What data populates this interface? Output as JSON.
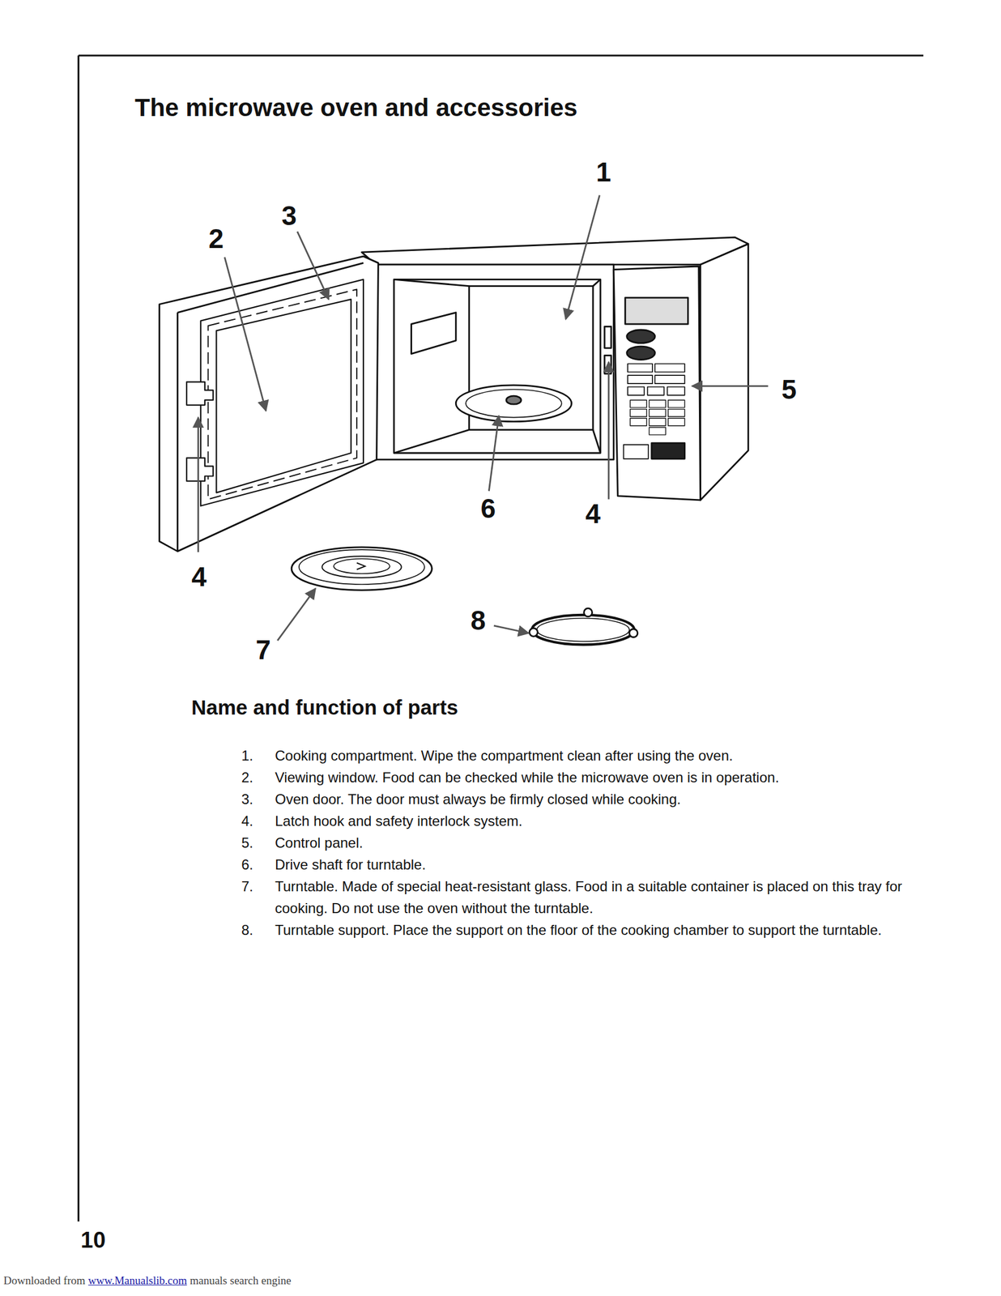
{
  "diagram": {
    "title": "The microwave oven and accessories",
    "labels": [
      "1",
      "3",
      "2",
      "5",
      "6",
      "4",
      "4",
      "8",
      "7",
      "Name and function of parts",
      "1.",
      "Cooking compartment. Wipe the compartment clean after using the oven.",
      "2.",
      "Viewing window. Food can be checked while the microwave oven is in operation.",
      "3.",
      "Oven door. The door must always be firmly closed while cooking.",
      "4.",
      "Latch hook and safety interlock system.",
      "5.",
      "Control panel.",
      "6.",
      "Drive shaft for turntable.",
      "7.",
      "Turntable. Made of special heat-resistant glass. Food in a suitable container is placed on this tray for cooking. Do not use the oven without the turntable.",
      "8.",
      "Turntable support. Place the support on the floor of the cooking chamber to support the turntable.",
      "10",
      "Downloaded from",
      "www.Manualslib.com",
      "manuals search engine"
    ]
  }
}
